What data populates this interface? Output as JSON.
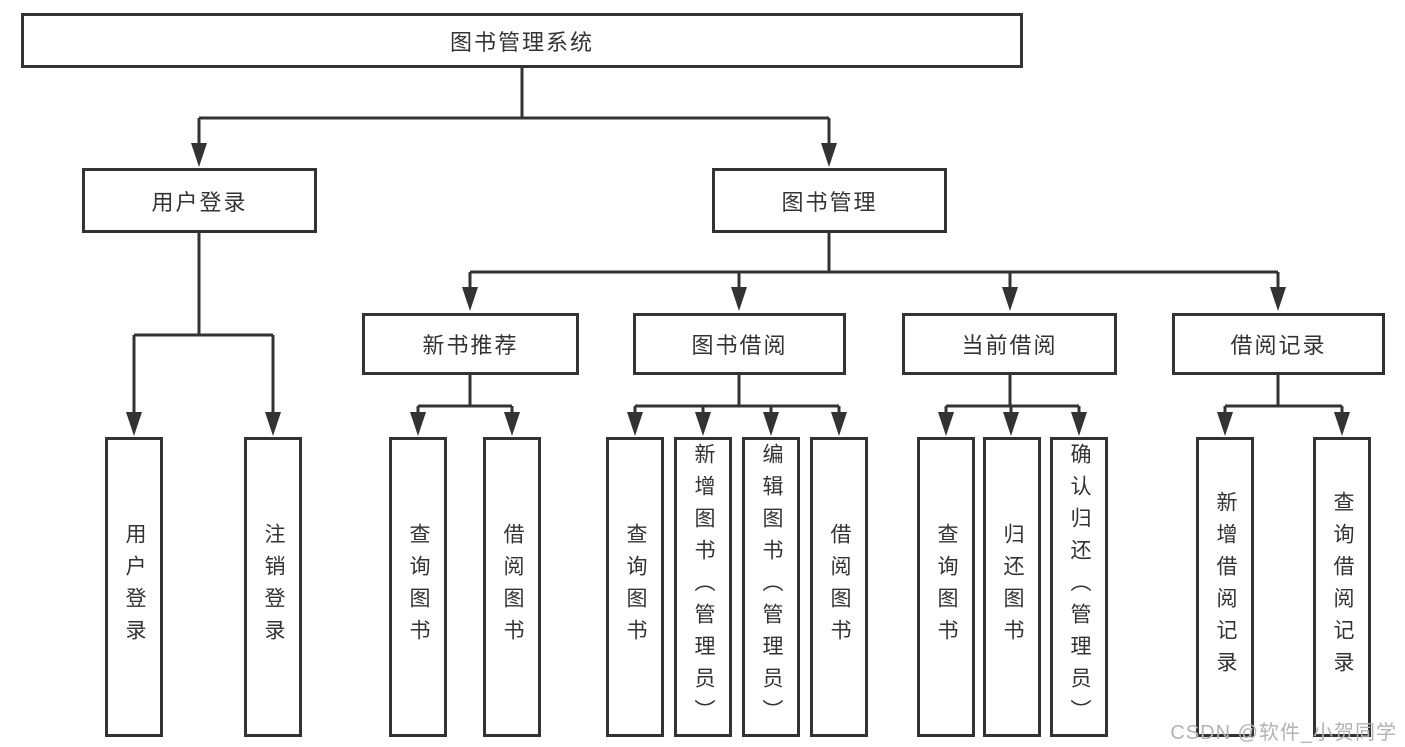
{
  "colors": {
    "line": "#333333",
    "text": "#333333",
    "background": "#ffffff",
    "watermark": "#b3b3b3"
  },
  "watermark": "CSDN @软件_小贺同学",
  "tree": {
    "label": "图书管理系统",
    "children": [
      {
        "label": "用户登录",
        "children": [
          {
            "label": "用户登录"
          },
          {
            "label": "注销登录"
          }
        ]
      },
      {
        "label": "图书管理",
        "children": [
          {
            "label": "新书推荐",
            "children": [
              {
                "label": "查询图书"
              },
              {
                "label": "借阅图书"
              }
            ]
          },
          {
            "label": "图书借阅",
            "children": [
              {
                "label": "查询图书"
              },
              {
                "label": "新增图书（管理员）"
              },
              {
                "label": "编辑图书（管理员）"
              },
              {
                "label": "借阅图书"
              }
            ]
          },
          {
            "label": "当前借阅",
            "children": [
              {
                "label": "查询图书"
              },
              {
                "label": "归还图书"
              },
              {
                "label": "确认归还（管理员）"
              }
            ]
          },
          {
            "label": "借阅记录",
            "children": [
              {
                "label": "新增借阅记录"
              },
              {
                "label": "查询借阅记录"
              }
            ]
          }
        ]
      }
    ]
  }
}
